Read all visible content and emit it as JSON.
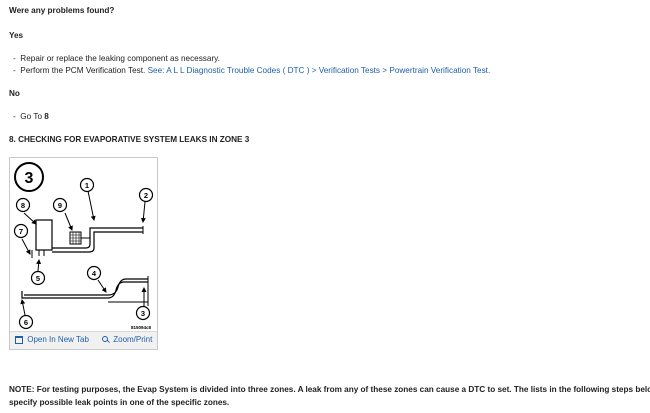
{
  "q1": {
    "question": "Were any problems found?"
  },
  "yes": {
    "label": "Yes",
    "bullet_marker": "-",
    "items": [
      {
        "text": "Repair or replace the leaking component as necessary."
      },
      {
        "text": "Perform the PCM Verification Test.",
        "link": "See: A L L Diagnostic Trouble Codes ( DTC ) > Verification Tests > Powertrain Verification Test."
      }
    ]
  },
  "no": {
    "label": "No",
    "bullet_marker": "-",
    "goto_text": "Go To",
    "goto_step": "8"
  },
  "step8": {
    "heading": "8. CHECKING FOR EVAPORATIVE SYSTEM LEAKS IN ZONE 3"
  },
  "figure": {
    "zone_number": "3",
    "callouts": [
      "1",
      "2",
      "3",
      "4",
      "5",
      "6",
      "7",
      "8",
      "9"
    ],
    "code": "815094c8",
    "open_tab_label": "Open In New Tab",
    "zoom_label": "Zoom/Print",
    "open_tab_icon": "new-tab-icon",
    "zoom_icon": "magnifier-icon"
  },
  "note": {
    "line1": "NOTE:  For testing purposes, the Evap System is divided into three zones. A leak from any of these zones can cause a DTC to set. The lists in the following steps below",
    "line2": "specify possible leak points in one of the specific zones."
  }
}
